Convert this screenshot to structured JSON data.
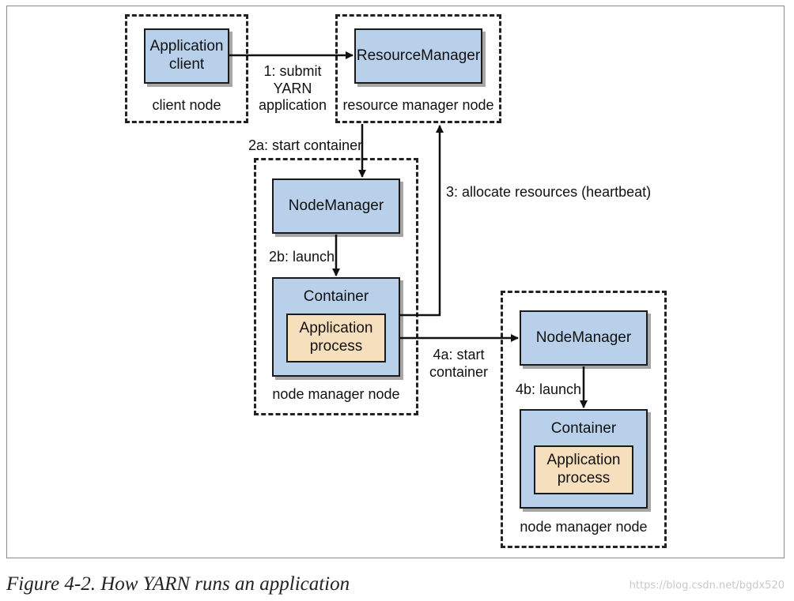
{
  "nodes": {
    "client": {
      "box": "Application client",
      "zone": "client node"
    },
    "resource_manager": {
      "box": "ResourceManager",
      "zone": "resource manager node"
    },
    "node_a": {
      "manager": "NodeManager",
      "container": "Container",
      "process": "Application process",
      "zone": "node manager node"
    },
    "node_b": {
      "manager": "NodeManager",
      "container": "Container",
      "process": "Application process",
      "zone": "node manager node"
    }
  },
  "edges": {
    "submit": "1: submit YARN application",
    "start_container_2a": "2a: start container",
    "launch_2b": "2b: launch",
    "allocate_3": "3: allocate resources (heartbeat)",
    "start_container_4a": "4a: start container",
    "launch_4b": "4b: launch"
  },
  "caption": "Figure 4-2. How YARN runs an application",
  "watermark": "https://blog.csdn.net/bgdx520",
  "colors": {
    "daemon_fill": "#b8d0ea",
    "process_fill": "#f6dfbc",
    "line": "#111111"
  }
}
